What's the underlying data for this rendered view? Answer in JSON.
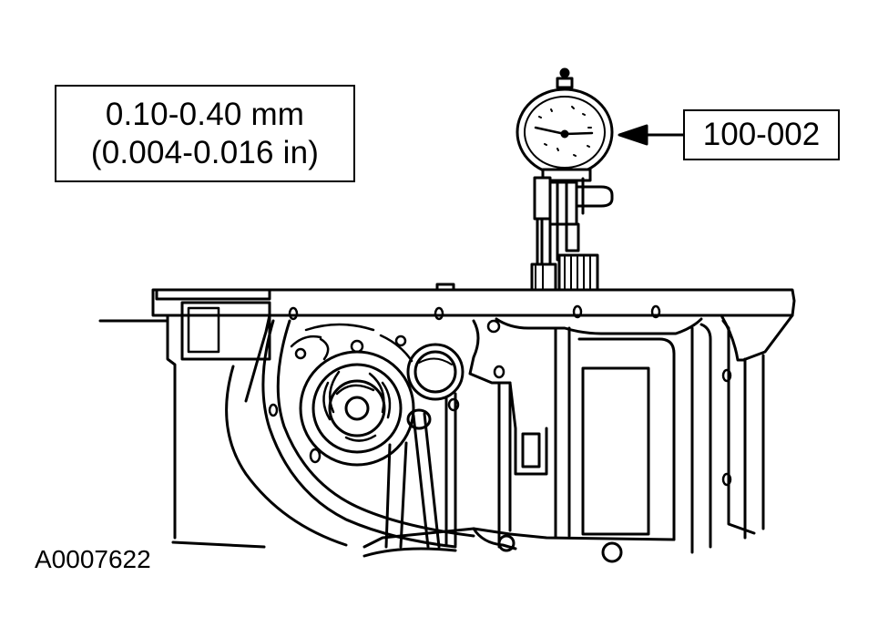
{
  "spec": {
    "metric": "0.10-0.40 mm",
    "imperial": "(0.004-0.016 in)"
  },
  "tool": {
    "number": "100-002"
  },
  "figure": {
    "id": "A0007622"
  },
  "colors": {
    "ink": "#000000",
    "paper": "#ffffff"
  },
  "icons": {
    "gauge": "dial-indicator-icon",
    "pointer": "callout-arrow-icon"
  }
}
